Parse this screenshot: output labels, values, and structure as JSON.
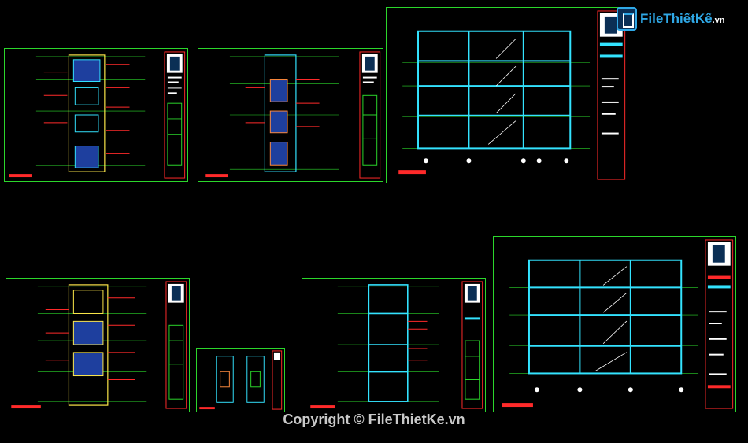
{
  "watermark": {
    "logo_text": "FileThiếtKế",
    "logo_tld": ".vn",
    "copyright": "Copyright © FileThietKe.vn"
  },
  "colors": {
    "frame": "#2bd62b",
    "wall": "#33e3ff",
    "dim": "#27d62a",
    "annotation": "#ff2a2a",
    "titleblock_text": "#ffffff"
  },
  "sheets": [
    {
      "name": "sheet-front-elevation"
    },
    {
      "name": "sheet-side-elevation"
    },
    {
      "name": "sheet-section-1"
    },
    {
      "name": "sheet-rear-elevation"
    },
    {
      "name": "sheet-detail"
    },
    {
      "name": "sheet-section-2"
    },
    {
      "name": "sheet-section-3"
    }
  ]
}
